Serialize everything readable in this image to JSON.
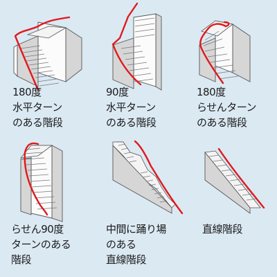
{
  "stairs": [
    {
      "icon": "u-turn-stair-icon",
      "caption_lines": [
        "180度",
        "水平ターン",
        "のある階段"
      ]
    },
    {
      "icon": "quarter-turn-stair-icon",
      "caption_lines": [
        "90度",
        "水平ターン",
        "のある階段"
      ]
    },
    {
      "icon": "spiral-180-stair-icon",
      "caption_lines": [
        "180度",
        "らせんターン",
        "のある階段"
      ]
    },
    {
      "icon": "spiral-90-stair-icon",
      "caption_lines": [
        "らせん90度",
        "ターンのある",
        "階段"
      ]
    },
    {
      "icon": "landing-straight-stair-icon",
      "caption_lines": [
        "中間に踊り場",
        "のある",
        "直線階段"
      ]
    },
    {
      "icon": "straight-stair-icon",
      "caption_lines": [
        "直線階段"
      ]
    }
  ],
  "colors": {
    "background": "#dbe9f3",
    "handrail": "#e0191c"
  }
}
